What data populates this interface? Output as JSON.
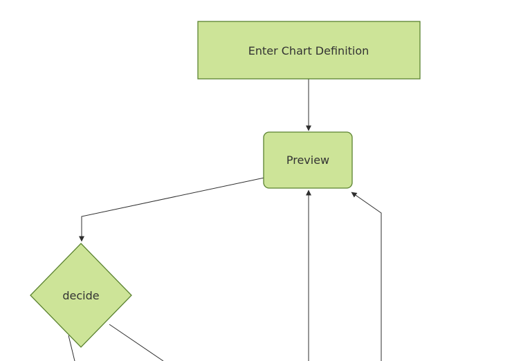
{
  "diagram": {
    "type": "flowchart",
    "background": "#ffffff",
    "style": {
      "node_fill": "#cde498",
      "node_stroke": "#5a822f",
      "edge_color": "#2e2e2e",
      "text_color": "#333333"
    },
    "nodes": [
      {
        "id": "enter-chart-definition",
        "label": "Enter Chart Definition",
        "shape": "rectangle"
      },
      {
        "id": "preview",
        "label": "Preview",
        "shape": "rounded-rectangle"
      },
      {
        "id": "decide",
        "label": "decide",
        "shape": "diamond"
      }
    ],
    "edges": [
      {
        "from": "enter-chart-definition",
        "to": "preview",
        "arrowhead": true
      },
      {
        "from": "preview",
        "to": "decide",
        "arrowhead": true
      },
      {
        "from": "offscreen-bottom",
        "to": "preview",
        "arrowhead": true
      },
      {
        "from": "offscreen-bottom-right",
        "to": "preview",
        "arrowhead": true
      },
      {
        "from": "decide",
        "to": "offscreen-bottom-left",
        "arrowhead": false
      },
      {
        "from": "decide",
        "to": "offscreen-bottom-right",
        "arrowhead": false
      }
    ]
  }
}
